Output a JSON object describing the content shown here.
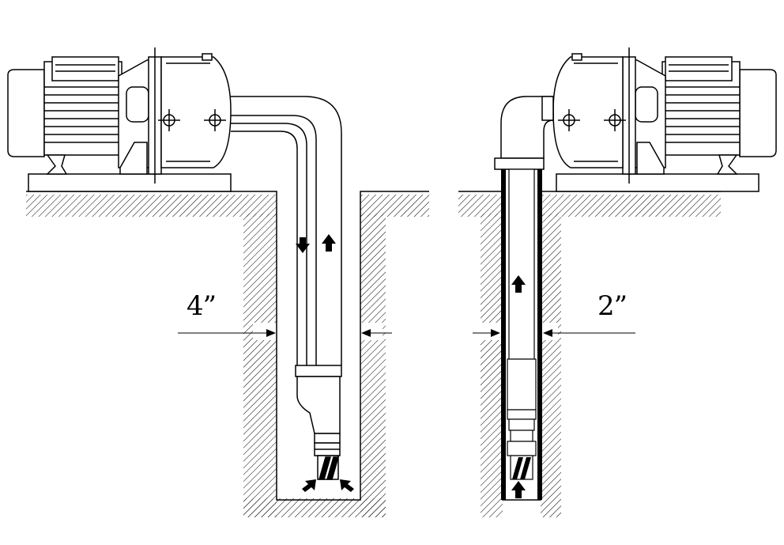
{
  "diagram": {
    "left_installation": {
      "well_diameter_label": "4”",
      "flow_arrows": [
        "down",
        "up",
        "intake-left",
        "intake-right"
      ]
    },
    "right_installation": {
      "well_diameter_label": "2”",
      "flow_arrows": [
        "up",
        "intake"
      ]
    },
    "colors": {
      "line": "#000000",
      "background": "#ffffff"
    }
  }
}
